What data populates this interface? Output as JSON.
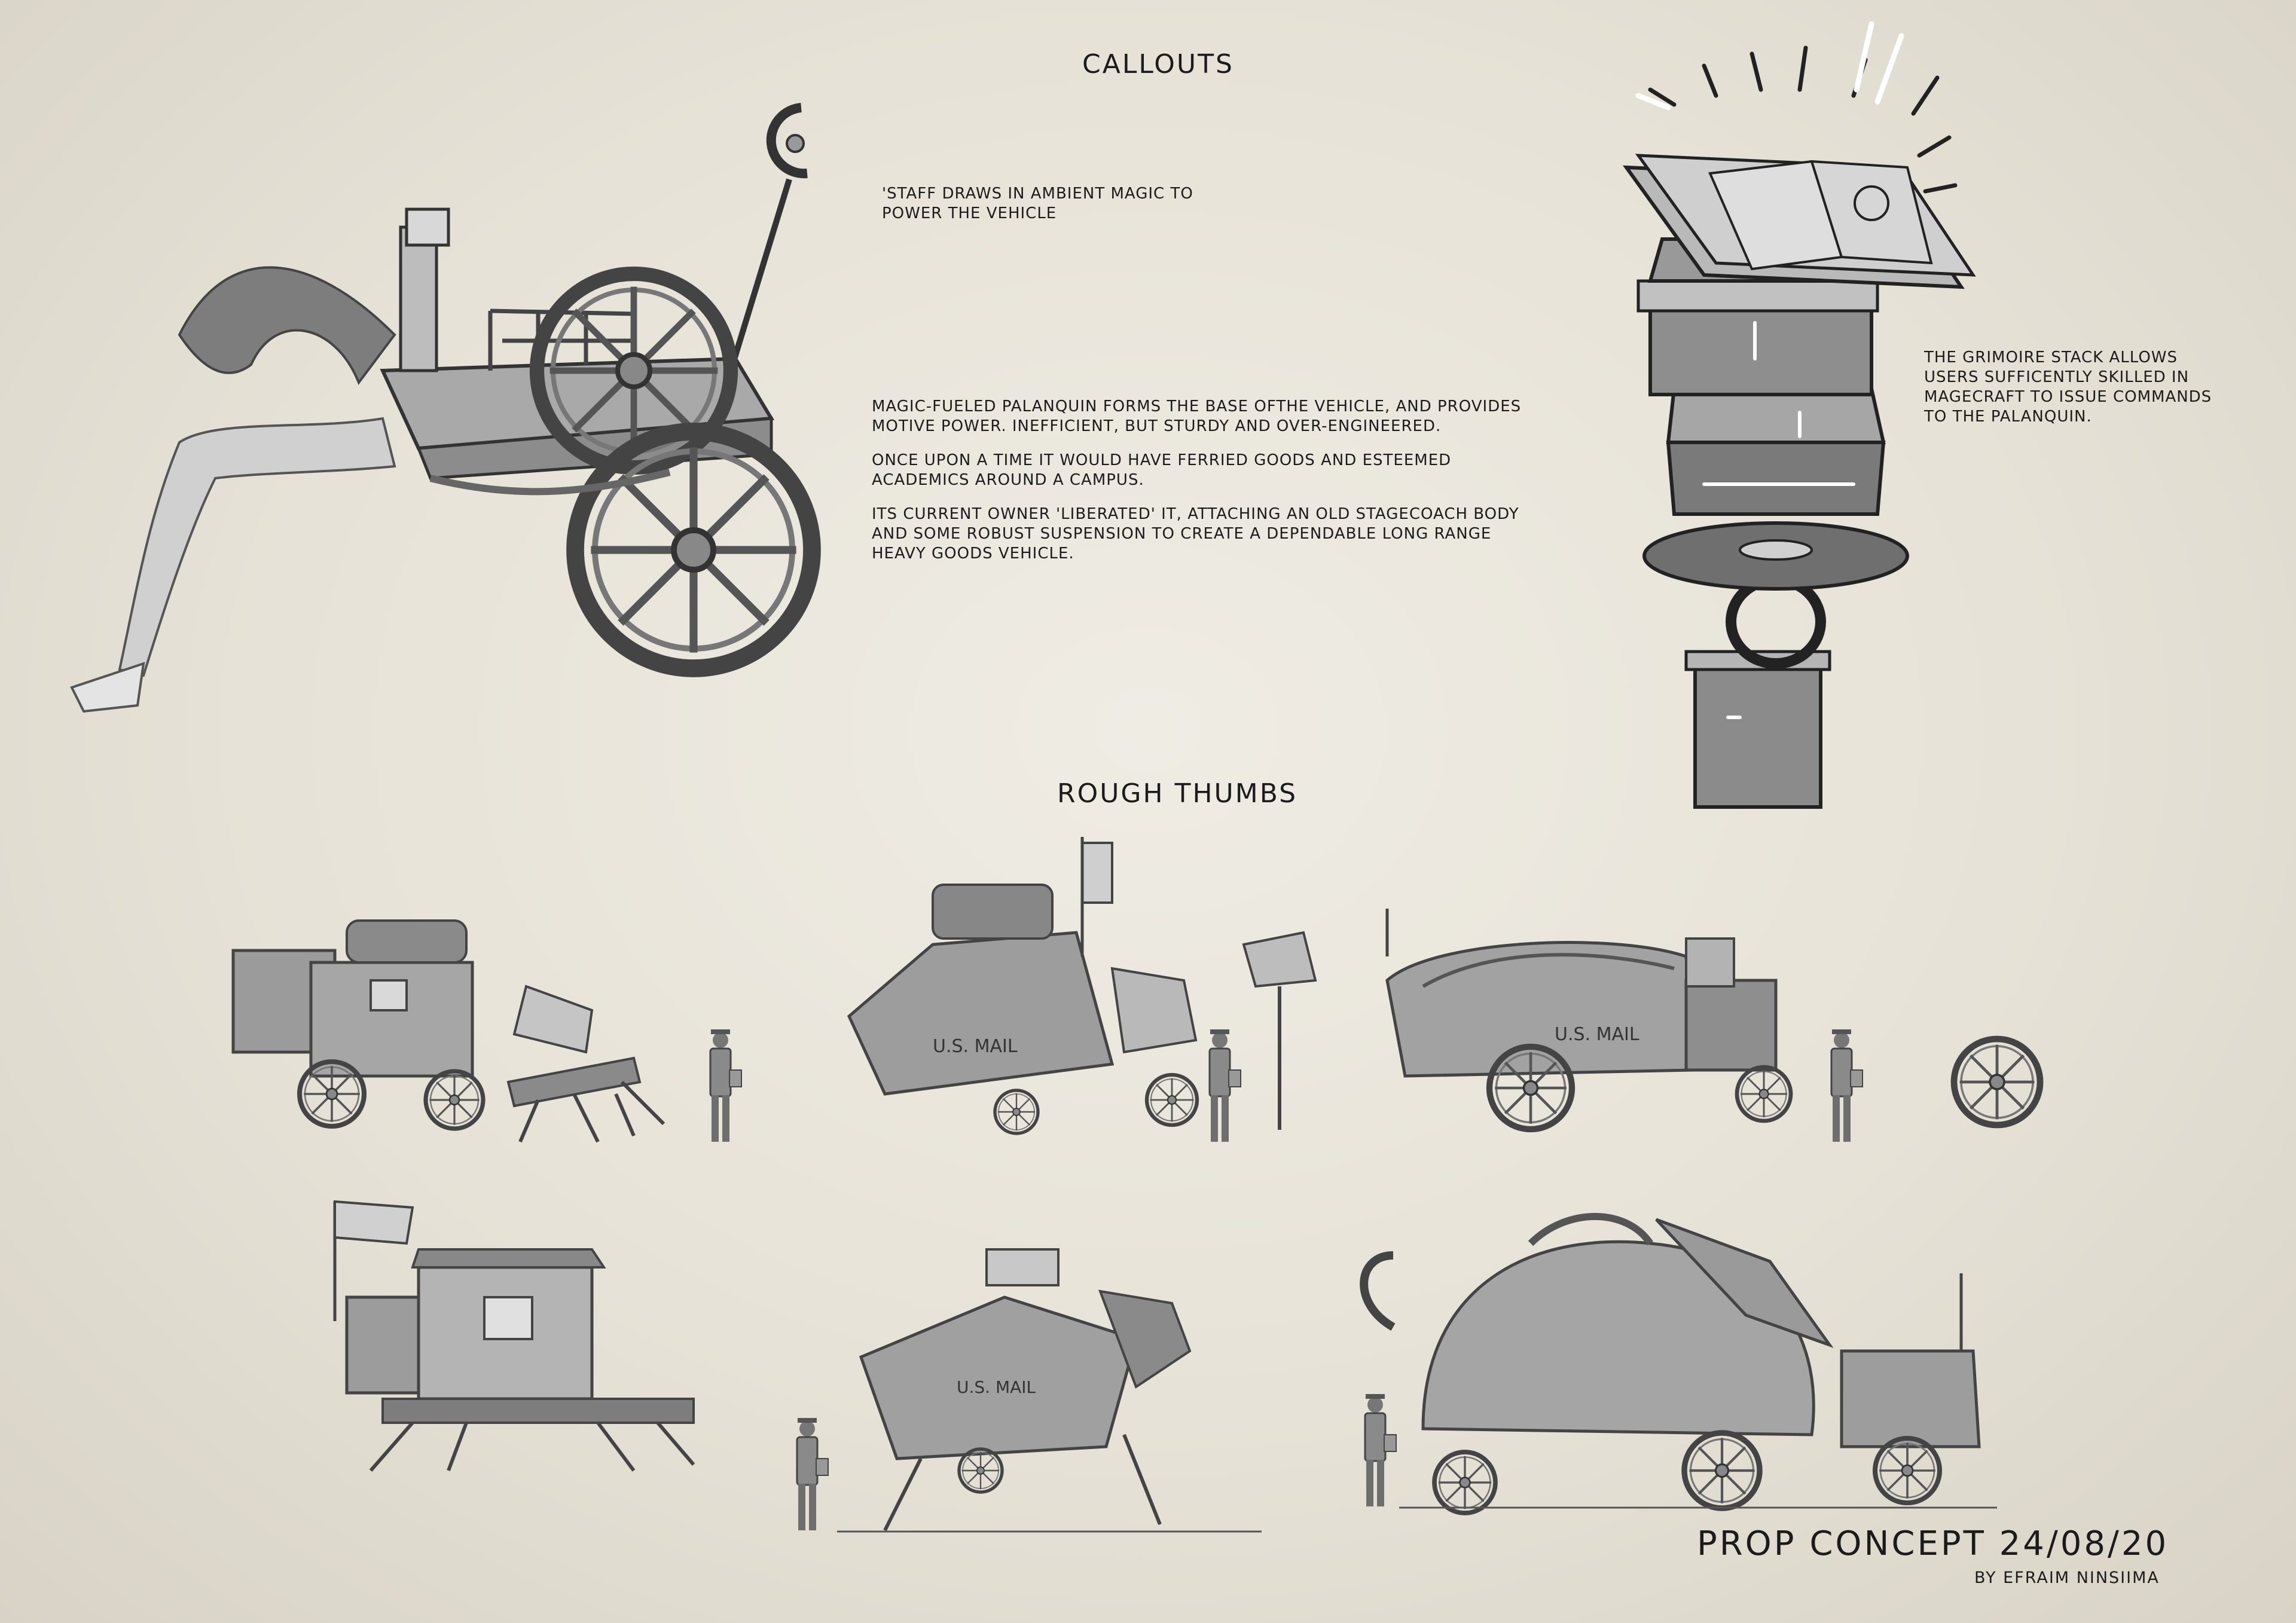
{
  "headings": {
    "callouts": "CALLOUTS",
    "rough_thumbs": "ROUGH THUMBS"
  },
  "notes": {
    "staff": "'STAFF DRAWS IN AMBIENT MAGIC TO POWER THE VEHICLE",
    "palanquin_p1": "MAGIC-FUELED PALANQUIN FORMS THE BASE OFTHE VEHICLE, AND PROVIDES MOTIVE POWER.  INEFFICIENT, BUT STURDY AND OVER-ENGINEERED.",
    "palanquin_p2": "ONCE UPON A TIME IT WOULD HAVE FERRIED GOODS AND ESTEEMED ACADEMICS AROUND A CAMPUS.",
    "palanquin_p3": "ITS CURRENT OWNER 'LIBERATED' IT, ATTACHING AN OLD STAGECOACH BODY AND SOME ROBUST SUSPENSION TO CREATE A  DEPENDABLE LONG RANGE HEAVY GOODS VEHICLE.",
    "grimoire": "THE GRIMOIRE STACK ALLOWS USERS SUFFICENTLY SKILLED IN MAGECRAFT TO ISSUE COMMANDS TO THE PALANQUIN."
  },
  "signage": {
    "mail": "U.S. MAIL"
  },
  "footer": {
    "title": "PROP CONCEPT  24/08/20",
    "byline": "BY EFRAIM NINSIIMA"
  }
}
